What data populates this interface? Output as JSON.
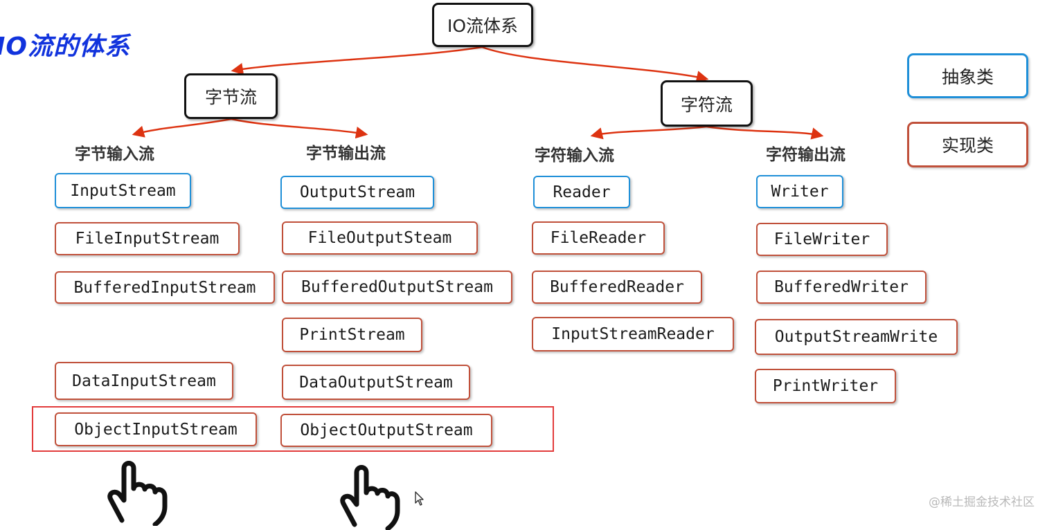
{
  "handwritten_title": "IO流的体系",
  "root": "IO流体系",
  "branches": {
    "byte_stream": "字节流",
    "char_stream": "字符流"
  },
  "categories": {
    "byte_input": "字节输入流",
    "byte_output": "字节输出流",
    "char_input": "字符输入流",
    "char_output": "字符输出流"
  },
  "legend": {
    "abstract": "抽象类",
    "implementation": "实现类"
  },
  "classes": {
    "byte_input": [
      "InputStream",
      "FileInputStream",
      "BufferedInputStream",
      "DataInputStream",
      "ObjectInputStream"
    ],
    "byte_output": [
      "OutputStream",
      "FileOutputSteam",
      "BufferedOutputStream",
      "PrintStream",
      "DataOutputStream",
      "ObjectOutputStream"
    ],
    "char_input": [
      "Reader",
      "FileReader",
      "BufferedReader",
      "InputStreamReader"
    ],
    "char_output": [
      "Writer",
      "FileWriter",
      "BufferedWriter",
      "OutputStreamWrite",
      "PrintWriter"
    ]
  },
  "watermark": "@稀土掘金技术社区",
  "colors": {
    "abstract_border": "#1e8fd8",
    "implementation_border": "#c0503a",
    "hub_border": "#111111",
    "arrow": "#dd3311",
    "highlight": "#e23b3b",
    "handwriting": "#1133dd"
  },
  "icons": [
    "pointing-hand-icon",
    "pointing-hand-icon",
    "cursor-arrow-icon"
  ]
}
